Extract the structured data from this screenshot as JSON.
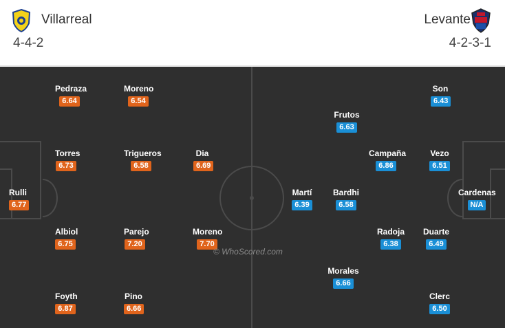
{
  "home": {
    "name": "Villarreal",
    "formation": "4-4-2",
    "color": "#e0641c",
    "players": [
      {
        "name": "Pedraza",
        "rating": "6.64"
      },
      {
        "name": "Moreno",
        "rating": "6.54"
      },
      {
        "name": "Torres",
        "rating": "6.73"
      },
      {
        "name": "Trigueros",
        "rating": "6.58"
      },
      {
        "name": "Dia",
        "rating": "6.69"
      },
      {
        "name": "Rulli",
        "rating": "6.77"
      },
      {
        "name": "Albiol",
        "rating": "6.75"
      },
      {
        "name": "Parejo",
        "rating": "7.20"
      },
      {
        "name": "Moreno",
        "rating": "7.70"
      },
      {
        "name": "Foyth",
        "rating": "6.87"
      },
      {
        "name": "Pino",
        "rating": "6.66"
      }
    ]
  },
  "away": {
    "name": "Levante",
    "formation": "4-2-3-1",
    "color": "#1a8fd6",
    "players": [
      {
        "name": "Son",
        "rating": "6.43"
      },
      {
        "name": "Frutos",
        "rating": "6.63"
      },
      {
        "name": "Campaña",
        "rating": "6.86"
      },
      {
        "name": "Vezo",
        "rating": "6.51"
      },
      {
        "name": "Martí",
        "rating": "6.39"
      },
      {
        "name": "Bardhi",
        "rating": "6.58"
      },
      {
        "name": "Cardenas",
        "rating": "N/A"
      },
      {
        "name": "Radoja",
        "rating": "6.38"
      },
      {
        "name": "Duarte",
        "rating": "6.49"
      },
      {
        "name": "Morales",
        "rating": "6.66"
      },
      {
        "name": "Clerc",
        "rating": "6.50"
      }
    ]
  },
  "watermark": "© WhoScored.com"
}
